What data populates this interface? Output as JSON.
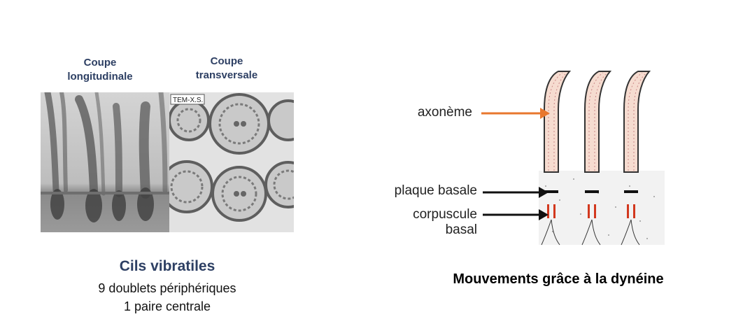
{
  "micrographs": {
    "longitudinal_label": "Coupe\nlongitudinale",
    "transverse_label": "Coupe\ntransversale",
    "transverse_stamp": "TEM-X.S."
  },
  "caption": {
    "title": "Cils vibratiles",
    "line1": "9 doublets périphériques",
    "line2": "1 paire centrale"
  },
  "diagram": {
    "labels": {
      "axoneme": "axonème",
      "basal_plate": "plaque basale",
      "basal_body": "corpuscule\nbasal"
    },
    "colors": {
      "axoneme_arrow": "#e8772e",
      "basal_body": "#d2381e",
      "cilium_fill": "#f6dcd0"
    }
  },
  "bottom": {
    "title": "Mouvements grâce à la dynéine"
  }
}
